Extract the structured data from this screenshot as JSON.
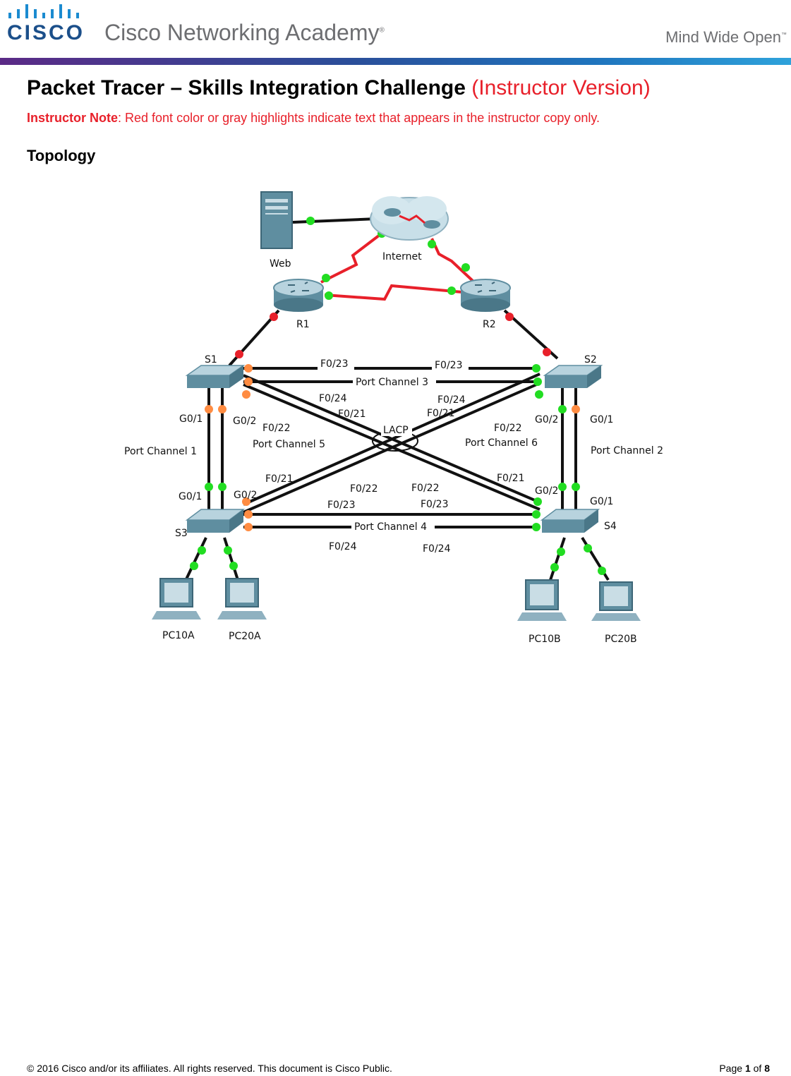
{
  "header": {
    "brand": "CISCO",
    "academy": "Cisco Networking Academy",
    "academy_mark": "®",
    "tagline": "Mind Wide Open",
    "tagline_mark": "™"
  },
  "title": {
    "main": "Packet Tracer – Skills Integration Challenge",
    "version": "(Instructor Version)"
  },
  "note": {
    "label": "Instructor Note",
    "text": ": Red font color or gray highlights indicate text that appears in the instructor copy only."
  },
  "section": {
    "topology": "Topology"
  },
  "diagram": {
    "devices": {
      "web": "Web",
      "internet": "Internet",
      "r1": "R1",
      "r2": "R2",
      "s1": "S1",
      "s2": "S2",
      "s3": "S3",
      "s4": "S4",
      "pc10a": "PC10A",
      "pc20a": "PC20A",
      "pc10b": "PC10B",
      "pc20b": "PC20B"
    },
    "labels": {
      "s1s2_f023_left": "F0/23",
      "s1s2_f023_right": "F0/23",
      "pc3": "Port Channel 3",
      "s1_f024": "F0/24",
      "s1_f021": "F0/21",
      "s2_f024": "F0/24",
      "s2_f021": "F0/21",
      "lacp": "LACP",
      "s1_f022": "F0/22",
      "pc5": "Port Channel 5",
      "s2_f022": "F0/22",
      "pc6": "Port Channel 6",
      "s1_g01": "G0/1",
      "s1_g02": "G0/2",
      "pc1": "Port Channel 1",
      "s2_g02": "G0/2",
      "s2_g01": "G0/1",
      "pc2": "Port Channel 2",
      "s3_f021": "F0/21",
      "s4_f021": "F0/21",
      "s3_f022": "F0/22",
      "s4_f022": "F0/22",
      "s3_g01": "G0/1",
      "s3_g02": "G0/2",
      "s4_g02": "G0/2",
      "s4_g01": "G0/1",
      "s3_f023": "F0/23",
      "s4_f023": "F0/23",
      "pc4": "Port Channel 4",
      "s3_f024": "F0/24",
      "s4_f024": "F0/24"
    }
  },
  "footer": {
    "copyright": "© 2016 Cisco and/or its affiliates. All rights reserved. This document is Cisco Public.",
    "page_prefix": "Page ",
    "page_current": "1",
    "page_of": " of ",
    "page_total": "8"
  },
  "colors": {
    "link_green": "#22dd22",
    "link_orange": "#ff8c42",
    "link_red_dot": "#e8202a",
    "serial_red": "#e8202a",
    "heading_red": "#e8202a",
    "cisco_blue": "#1b4f8a"
  }
}
